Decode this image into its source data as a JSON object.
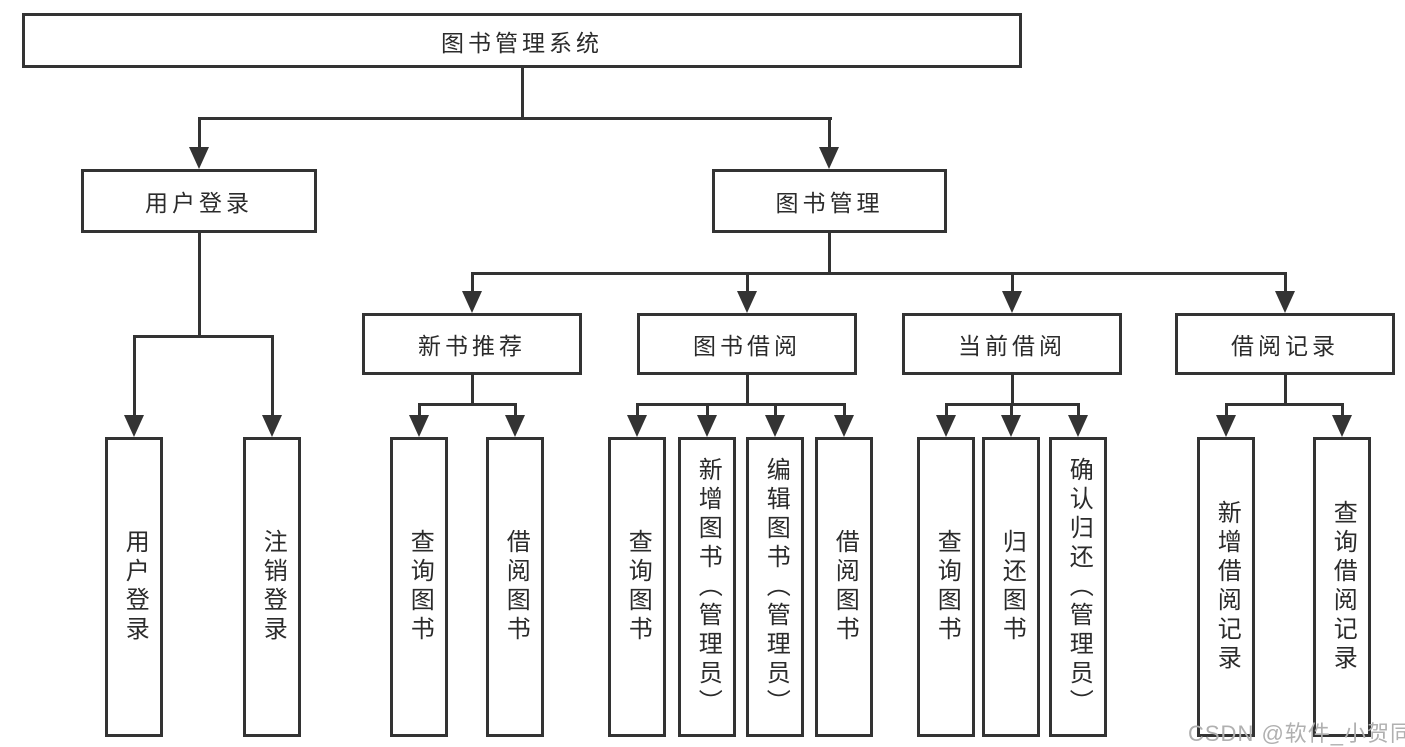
{
  "title": "图书管理系统",
  "nodes": {
    "user_login": "用户登录",
    "book_mgmt": "图书管理",
    "new_book": "新书推荐",
    "book_borrow": "图书借阅",
    "current_borrow": "当前借阅",
    "borrow_records": "借阅记录"
  },
  "leaves": {
    "user_login": [
      "用户登录",
      "注销登录"
    ],
    "new_book": [
      "查询图书",
      "借阅图书"
    ],
    "book_borrow": [
      "查询图书",
      "新增图书（管理员）",
      "编辑图书（管理员）",
      "借阅图书"
    ],
    "current_borrow": [
      "查询图书",
      "归还图书",
      "确认归还（管理员）"
    ],
    "borrow_records": [
      "新增借阅记录",
      "查询借阅记录"
    ]
  },
  "watermark": "CSDN @软件_小贺同学",
  "colors": {
    "line": "#333333",
    "text": "#2b2b2b",
    "box_background": "#ffffff",
    "watermark": "#b0b0b0"
  }
}
